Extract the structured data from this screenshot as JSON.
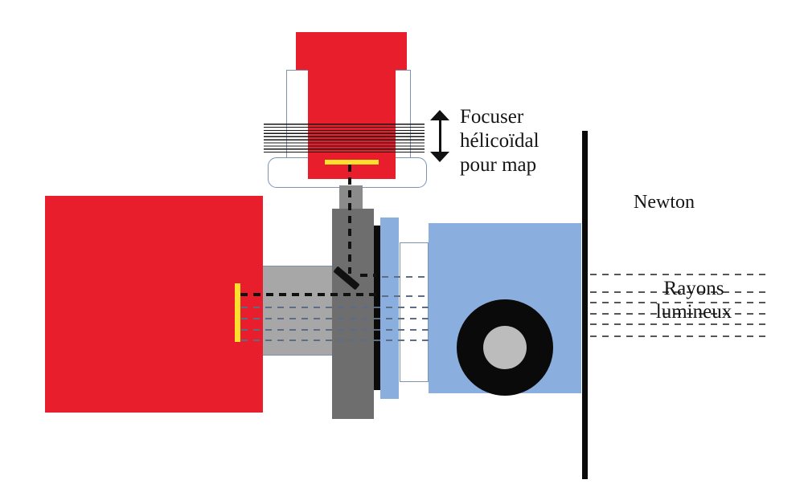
{
  "colors": {
    "red": "#e81e2c",
    "yellow": "#ffdf2e",
    "tube_gray": "#a7a7a7",
    "stub_gray": "#8b8b8b",
    "body_gray": "#6e6e6e",
    "blue": "#8aaedd",
    "donut_inner": "#bcbcbc",
    "outline": "#7d93b2",
    "ray_left": "#5e6d86",
    "ray_right": "#55565c",
    "ink": "#111111"
  },
  "labels": {
    "focuser_line1": "Focuser",
    "focuser_line2": "hélicoïdal",
    "focuser_line3": "pour map",
    "newton": "Newton",
    "rays_line1": "Rayons",
    "rays_line2": "lumineux"
  }
}
